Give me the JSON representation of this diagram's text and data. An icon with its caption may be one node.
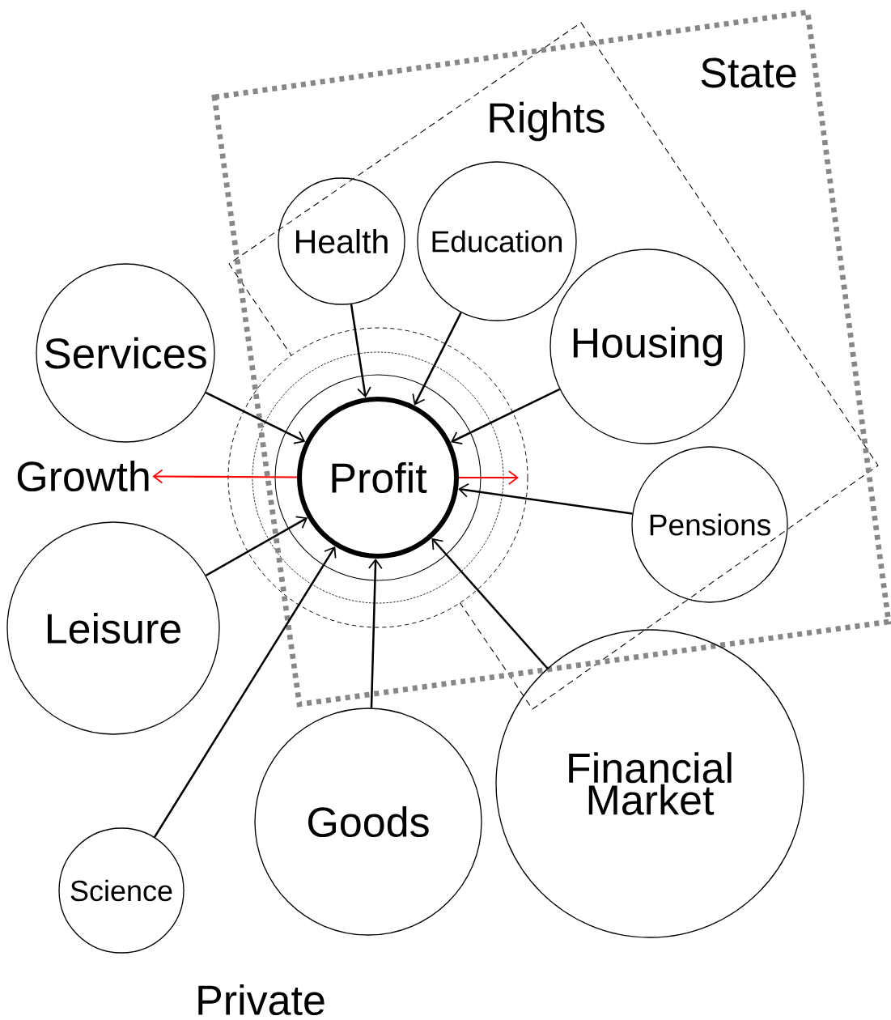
{
  "diagram": {
    "nodes": [
      {
        "text": [
          "Profit"
        ]
      },
      {
        "text": [
          "Health"
        ]
      },
      {
        "text": [
          "Education"
        ]
      },
      {
        "text": [
          "Services"
        ]
      },
      {
        "text": [
          "Housing"
        ]
      },
      {
        "text": [
          "Growth"
        ]
      },
      {
        "text": [
          "Pensions"
        ]
      },
      {
        "text": [
          "Leisure"
        ]
      },
      {
        "text": [
          "Science"
        ]
      },
      {
        "text": [
          "Goods"
        ]
      },
      {
        "text": [
          "Financial Market"
        ]
      }
    ],
    "edges": [
      {
        "from": 1,
        "to": 0,
        "arrow": "to"
      },
      {
        "from": 2,
        "to": 0,
        "arrow": "to"
      },
      {
        "from": 3,
        "to": 0,
        "arrow": "to"
      },
      {
        "from": 4,
        "to": 0,
        "arrow": "to"
      },
      {
        "from": 0,
        "to": 5,
        "arrow": "to",
        "color": "#ff0000"
      },
      {
        "from": 0,
        "to": null,
        "arrow": "to",
        "color": "#ff0000"
      },
      {
        "from": 6,
        "to": 0,
        "arrow": "to"
      },
      {
        "from": 7,
        "to": 0,
        "arrow": "to"
      },
      {
        "from": 8,
        "to": 0,
        "arrow": "to"
      },
      {
        "from": 9,
        "to": 0,
        "arrow": "to"
      },
      {
        "from": 10,
        "to": 0,
        "arrow": "to"
      }
    ],
    "labels": [
      "State",
      "Rights",
      "Private"
    ]
  }
}
